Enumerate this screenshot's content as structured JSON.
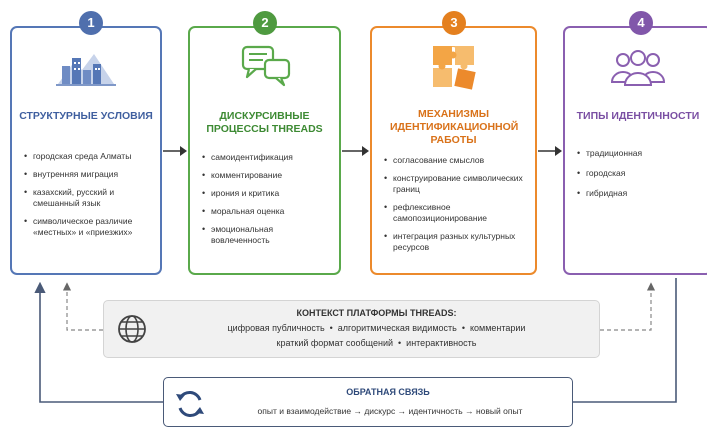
{
  "colors": {
    "blue": "#5577b6",
    "green": "#5aa94b",
    "orange": "#ec8a2c",
    "purple": "#8a5fb0"
  },
  "cards": [
    {
      "number": "1",
      "title": "СТРУКТУРНЫЕ УСЛОВИЯ",
      "items": [
        "городская среда Алматы",
        "внутренняя миграция",
        "казахский, русский и смешанный язык",
        "символическое различие «местных» и «приезжих»"
      ]
    },
    {
      "number": "2",
      "title": "ДИСКУРСИВНЫЕ ПРОЦЕССЫ THREADS",
      "items": [
        "самоидентификация",
        "комментирование",
        "ирония и критика",
        "моральная оценка",
        "эмоциональная вовлеченность"
      ]
    },
    {
      "number": "3",
      "title": "МЕХАНИЗМЫ ИДЕНТИФИКАЦИОННОЙ РАБОТЫ",
      "items": [
        "согласование смыслов",
        "конструирование символических границ",
        "рефлексивное самопозиционирование",
        "интеграция разных культурных ресурсов"
      ]
    },
    {
      "number": "4",
      "title": "ТИПЫ ИДЕНТИЧНОСТИ",
      "items": [
        "традиционная",
        "городская",
        "гибридная"
      ]
    }
  ],
  "context": {
    "title": "КОНТЕКСТ ПЛАТФОРМЫ THREADS:",
    "line1": "цифровая публичность  •  алгоритмическая видимость  •  комментарии",
    "line2": "краткий формат сообщений  •  интерактивность"
  },
  "feedback": {
    "title": "ОБРАТНАЯ СВЯЗЬ",
    "steps": [
      "опыт и взаимодействие",
      "дискурс",
      "идентичность",
      "новый опыт"
    ]
  }
}
